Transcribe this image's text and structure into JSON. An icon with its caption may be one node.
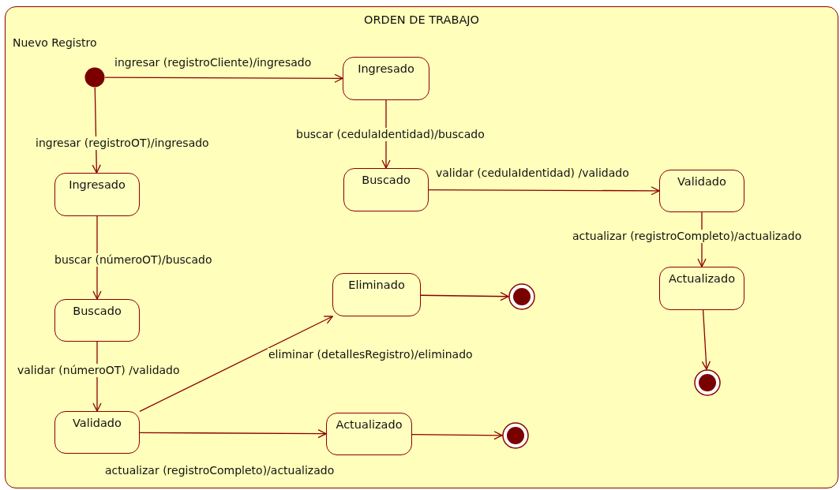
{
  "diagram": {
    "nodes": [
      {
        "text": [
          "ORDEN DE TRABAJO"
        ]
      },
      {
        "text": [],
        "shape": "dot",
        "in": 0,
        "beside": [
          "Nuevo Registro"
        ]
      },
      {
        "text": [
          "Ingresado"
        ],
        "in": 0
      },
      {
        "text": [
          "Ingresado"
        ],
        "in": 0
      },
      {
        "text": [
          "Buscado"
        ],
        "in": 0
      },
      {
        "text": [
          "Validado"
        ],
        "in": 0
      },
      {
        "text": [
          "Buscado"
        ],
        "in": 0
      },
      {
        "text": [
          "Eliminado"
        ],
        "in": 0
      },
      {
        "text": [],
        "shape": "bullseye",
        "in": 0
      },
      {
        "text": [
          "Actualizado"
        ],
        "in": 0
      },
      {
        "text": [],
        "shape": "bullseye",
        "in": 0
      },
      {
        "text": [
          "Validado"
        ],
        "in": 0
      },
      {
        "text": [
          "Actualizado"
        ],
        "in": 0
      },
      {
        "text": [],
        "shape": "bullseye",
        "in": 0
      }
    ],
    "edges": [
      {
        "from": 1,
        "to": 2,
        "arrow": "to",
        "label": "ingresar (registroCliente)/ingresado"
      },
      {
        "from": 1,
        "to": 3,
        "arrow": "to",
        "label": "ingresar (registroOT)/ingresado"
      },
      {
        "from": 2,
        "to": 4,
        "arrow": "to",
        "label": "buscar (cedulaIdentidad)/buscado"
      },
      {
        "from": 4,
        "to": 5,
        "arrow": "to",
        "label": "validar (cedulaIdentidad) /validado"
      },
      {
        "from": 5,
        "to": 9,
        "arrow": "to",
        "label": "actualizar (registroCompleto)/actualizado"
      },
      {
        "from": 9,
        "to": 10,
        "arrow": "to"
      },
      {
        "from": 3,
        "to": 6,
        "arrow": "to",
        "label": "buscar (númeroOT)/buscado"
      },
      {
        "from": 6,
        "to": 11,
        "arrow": "to",
        "label": "validar (númeroOT) /validado"
      },
      {
        "from": 11,
        "to": 7,
        "arrow": "to",
        "label": "eliminar (detallesRegistro)/eliminado"
      },
      {
        "from": 7,
        "to": 8,
        "arrow": "to"
      },
      {
        "from": 11,
        "to": 12,
        "arrow": "to",
        "label": "actualizar (registroCompleto)/actualizado"
      },
      {
        "from": 12,
        "to": 13,
        "arrow": "to"
      }
    ]
  }
}
